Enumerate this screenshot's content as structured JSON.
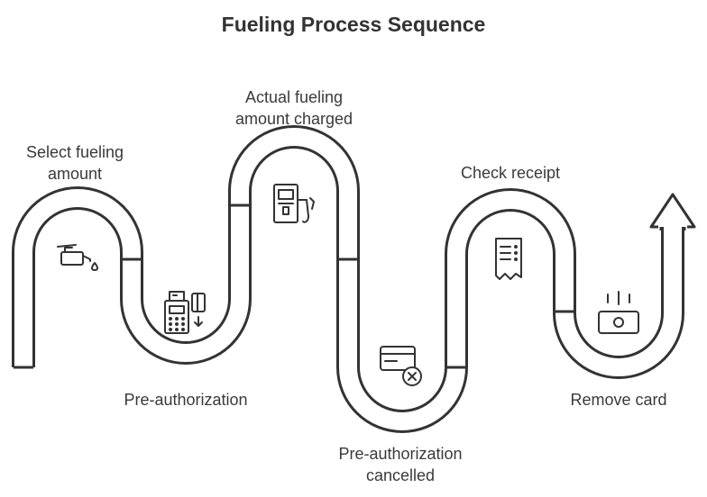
{
  "title": "Fueling Process Sequence",
  "steps": [
    {
      "lines": [
        "Select fueling",
        "amount"
      ],
      "icon": "oil-can-icon"
    },
    {
      "lines": [
        "Pre-authorization"
      ],
      "icon": "card-terminal-icon"
    },
    {
      "lines": [
        "Actual fueling",
        "amount charged"
      ],
      "icon": "fuel-pump-icon"
    },
    {
      "lines": [
        "Pre-authorization",
        "cancelled"
      ],
      "icon": "card-cancel-icon"
    },
    {
      "lines": [
        "Check receipt"
      ],
      "icon": "receipt-icon"
    },
    {
      "lines": [
        "Remove card"
      ],
      "icon": "card-reader-icon"
    }
  ],
  "colors": {
    "stroke": "#333333",
    "text": "#3a3a3a",
    "band": "#ffffff"
  }
}
